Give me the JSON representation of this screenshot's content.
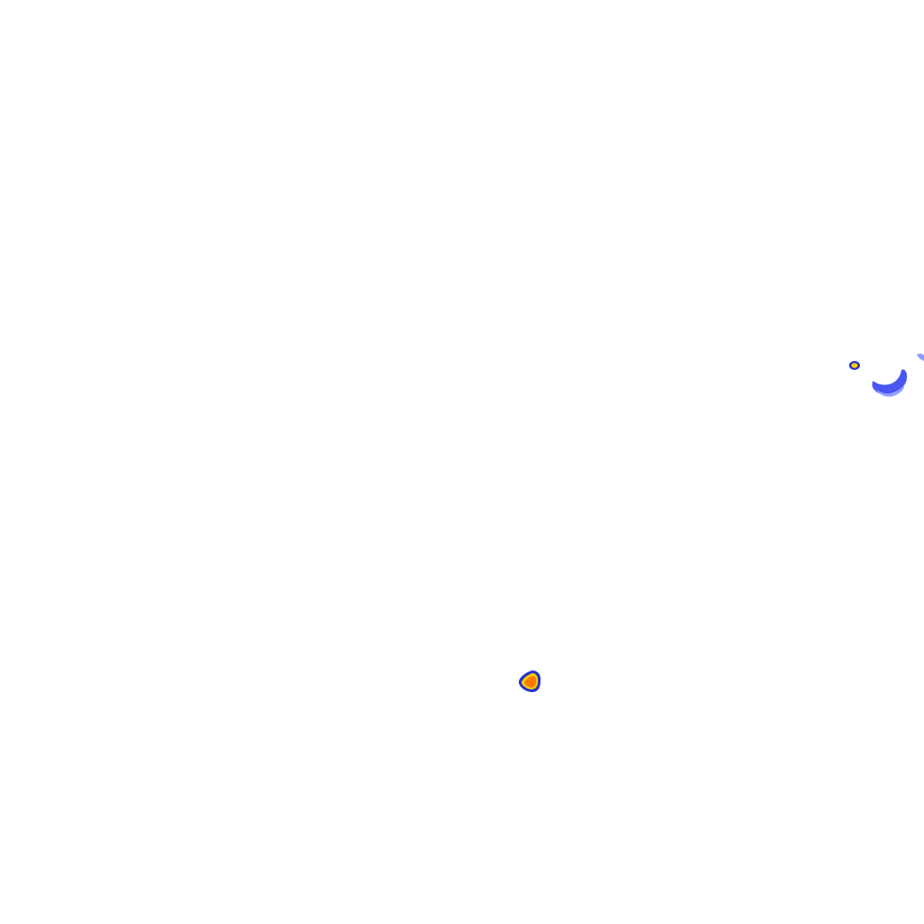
{
  "map": {
    "kind": "weather-radar-reflectivity-tile",
    "background_color": "#ffffff",
    "legend_visible": false,
    "color_scale": {
      "light_blue": "#8f9dff",
      "blue": "#4b55f0",
      "dark_blue": "#2a32c8",
      "yellow": "#f2d000",
      "orange": "#ff7a00"
    },
    "echoes": [
      {
        "name": "echo-south-central",
        "levels": [
          "dark_blue",
          "yellow",
          "orange"
        ]
      },
      {
        "name": "echo-east-small-cell",
        "levels": [
          "dark_blue",
          "yellow"
        ]
      },
      {
        "name": "echo-east-band",
        "levels": [
          "blue",
          "light_blue"
        ]
      },
      {
        "name": "echo-east-edge-speck",
        "levels": [
          "light_blue"
        ]
      }
    ]
  }
}
